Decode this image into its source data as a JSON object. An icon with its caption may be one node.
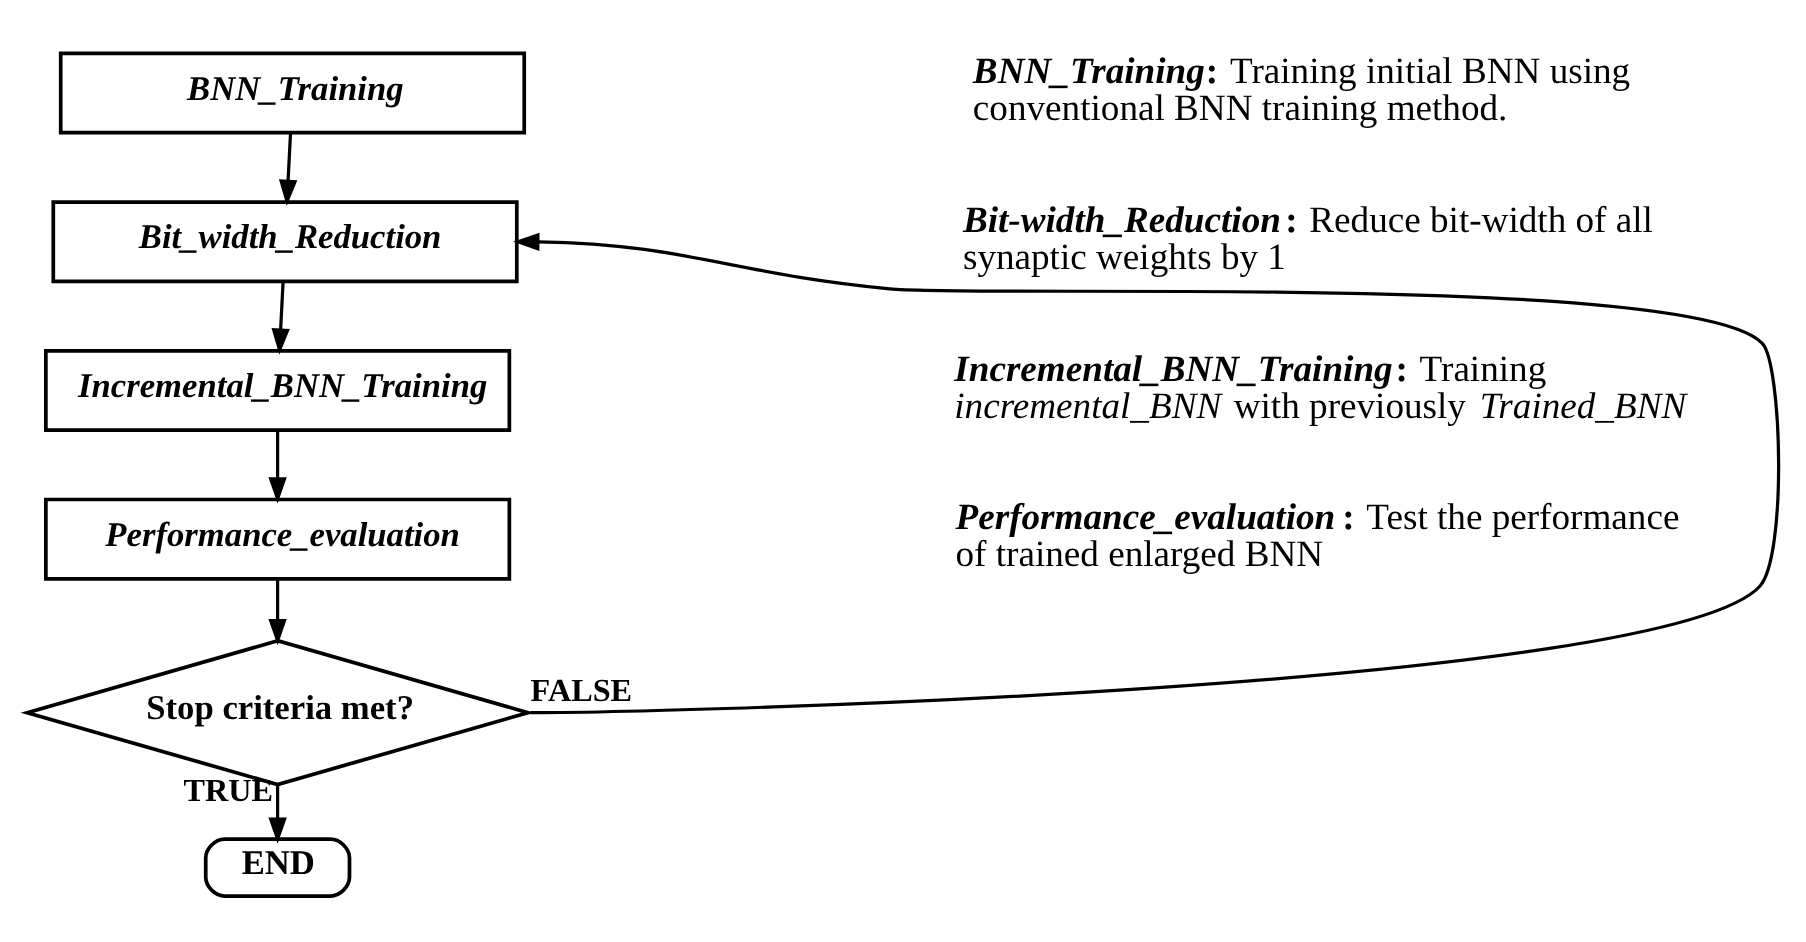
{
  "diagram": {
    "nodes": [
      {
        "text": [
          "BNN_Training"
        ]
      },
      {
        "text": [
          "Bit_width_Reduction"
        ]
      },
      {
        "text": [
          "Incremental_BNN_Training"
        ]
      },
      {
        "text": [
          "Performance_evaluation"
        ]
      },
      {
        "text": [
          "Stop criteria met?"
        ]
      },
      {
        "text": [
          "END"
        ]
      }
    ],
    "edges": [
      {
        "from": 0,
        "to": 1,
        "arrow": "to"
      },
      {
        "from": 1,
        "to": 2,
        "arrow": "to"
      },
      {
        "from": 2,
        "to": 3,
        "arrow": "to"
      },
      {
        "from": 3,
        "to": 4,
        "arrow": "to"
      },
      {
        "from": 4,
        "to": 1,
        "arrow": "to",
        "label": "FALSE"
      },
      {
        "from": 4,
        "to": 5,
        "arrow": "to",
        "label": "TRUE"
      }
    ],
    "labels": [
      "***BNN_Training*:** Training initial BNN using conventional BNN training method.",
      "***Bit-width_Reduction*:** Reduce bit-width of all synaptic weights by 1",
      "***Incremental_BNN_Training*:** Training *incremental_BNN* with previously *Trained_BNN*",
      "***Performance_evaluation*:** Test the performance of trained enlarged BNN"
    ]
  }
}
